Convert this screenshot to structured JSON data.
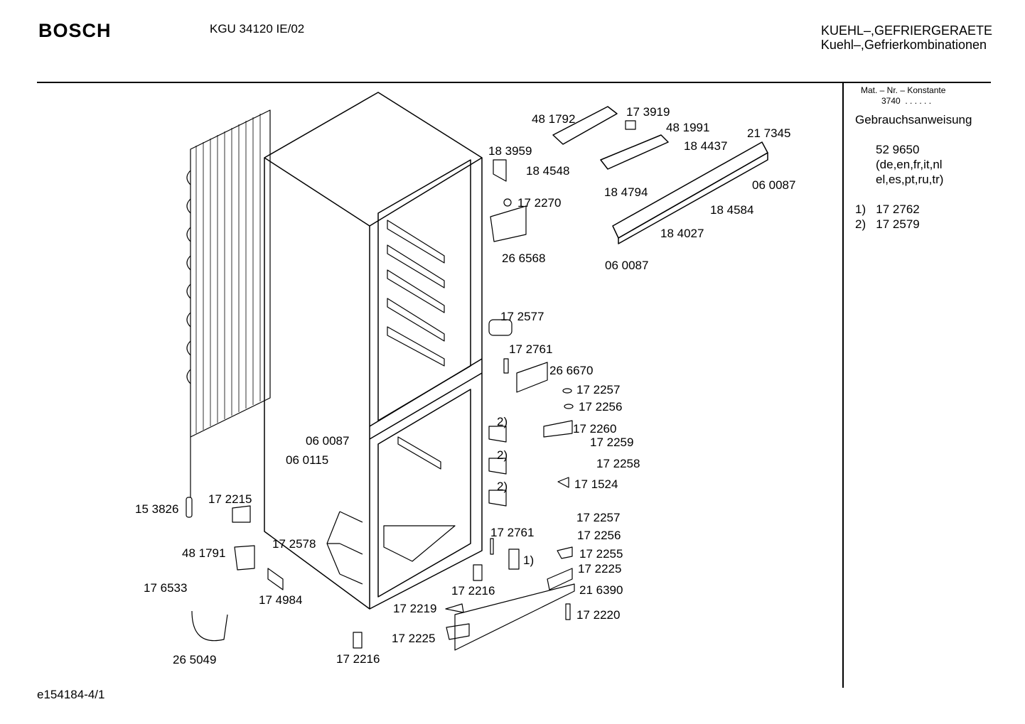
{
  "header": {
    "brand": "BOSCH",
    "model": "KGU 34120 IE/02",
    "category_line1": "KUEHL–,GEFRIERGERAETE",
    "category_line2": "Kuehl–,Gefrierkombinationen"
  },
  "sidebar": {
    "mat_header": "Mat. – Nr. – Konstante",
    "mat_value": "3740",
    "mat_dots": ". . . . . .",
    "manual_title": "Gebrauchsanweisung",
    "manual_number": "52 9650",
    "languages_line1": "(de,en,fr,it,nl",
    "languages_line2": "el,es,pt,ru,tr)",
    "footnotes": [
      {
        "marker": "1)",
        "part": "17 2762"
      },
      {
        "marker": "2)",
        "part": "17 2579"
      }
    ]
  },
  "parts": [
    "48 1792",
    "17 3919",
    "48 1991",
    "21 7345",
    "18 3959",
    "18 4437",
    "18 4548",
    "18 4794",
    "06 0087",
    "17 2270",
    "18 4584",
    "18 4027",
    "26 6568",
    "06 0087",
    "17 2577",
    "17 2761",
    "26 6670",
    "17 2257",
    "17 2256",
    "2)",
    "17 2260",
    "17 2259",
    "06 0087",
    "2)",
    "17 2258",
    "06 0115",
    "17 1524",
    "2)",
    "15 3826",
    "17 2215",
    "17 2257",
    "17 2578",
    "17 2761",
    "17 2256",
    "48 1791",
    "1)",
    "17 2255",
    "17 2225",
    "17 6533",
    "17 2216",
    "21 6390",
    "17 4984",
    "17 2219",
    "17 2220",
    "17 2225",
    "26 5049",
    "17 2216"
  ],
  "footer": {
    "drawing_id": "e154184-4/1"
  }
}
